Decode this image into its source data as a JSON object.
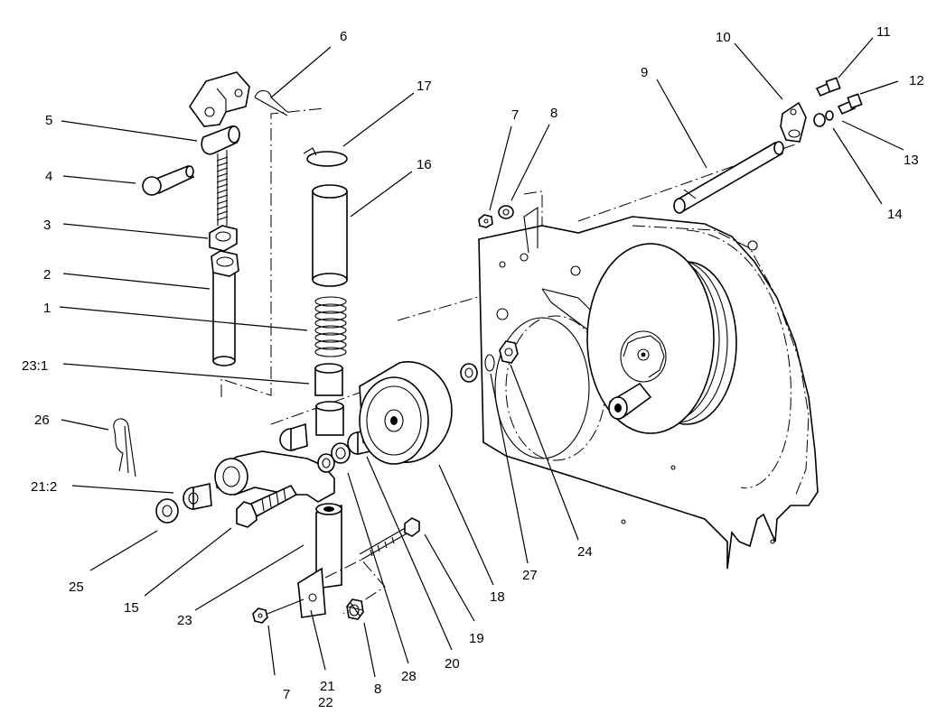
{
  "callouts": [
    {
      "id": "c6",
      "text": "6"
    },
    {
      "id": "c17",
      "text": "17"
    },
    {
      "id": "c5",
      "text": "5"
    },
    {
      "id": "c16",
      "text": "16"
    },
    {
      "id": "c4",
      "text": "4"
    },
    {
      "id": "c3",
      "text": "3"
    },
    {
      "id": "c2",
      "text": "2"
    },
    {
      "id": "c1",
      "text": "1"
    },
    {
      "id": "c23_1",
      "text": "23:1"
    },
    {
      "id": "c26",
      "text": "26"
    },
    {
      "id": "c21_2",
      "text": "21:2"
    },
    {
      "id": "c25",
      "text": "25"
    },
    {
      "id": "c15",
      "text": "15"
    },
    {
      "id": "c23",
      "text": "23"
    },
    {
      "id": "c7b",
      "text": "7"
    },
    {
      "id": "c21",
      "text": "21"
    },
    {
      "id": "c22",
      "text": "22"
    },
    {
      "id": "c8b",
      "text": "8"
    },
    {
      "id": "c28",
      "text": "28"
    },
    {
      "id": "c20",
      "text": "20"
    },
    {
      "id": "c19",
      "text": "19"
    },
    {
      "id": "c18",
      "text": "18"
    },
    {
      "id": "c27",
      "text": "27"
    },
    {
      "id": "c24",
      "text": "24"
    },
    {
      "id": "c7a",
      "text": "7"
    },
    {
      "id": "c8a",
      "text": "8"
    },
    {
      "id": "c9",
      "text": "9"
    },
    {
      "id": "c10",
      "text": "10"
    },
    {
      "id": "c11",
      "text": "11"
    },
    {
      "id": "c12",
      "text": "12"
    },
    {
      "id": "c13",
      "text": "13"
    },
    {
      "id": "c14",
      "text": "14"
    }
  ]
}
